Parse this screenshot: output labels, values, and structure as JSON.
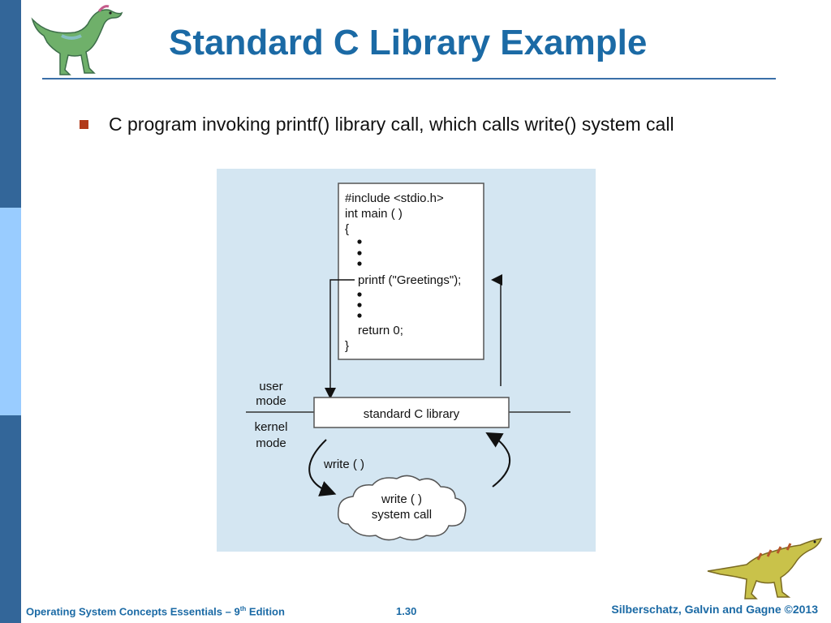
{
  "slide": {
    "title": "Standard C Library Example",
    "bullet": "C program invoking printf() library call, which calls write() system call"
  },
  "figure": {
    "code_lines": [
      "#include <stdio.h>",
      "int main ( )",
      "{",
      "printf (\"Greetings\");",
      "return 0;",
      "}"
    ],
    "library_label": "standard C library",
    "user_mode_line1": "user",
    "user_mode_line2": "mode",
    "kernel_mode_line1": "kernel",
    "kernel_mode_line2": "mode",
    "write_call_label": "write ( )",
    "syscall_line1": "write ( )",
    "syscall_line2": "system call"
  },
  "footer": {
    "edition_text": "Operating System Concepts Essentials – 9",
    "edition_sup": "th",
    "edition_suffix": " Edition",
    "page_number": "1.30",
    "copyright": "Silberschatz, Galvin and Gagne ©2013"
  },
  "colors": {
    "title": "#1b6aa5",
    "band_dark": "#336699",
    "band_light": "#99ccff",
    "bullet": "#b13a1a",
    "figure_bg": "#d4e6f2"
  }
}
